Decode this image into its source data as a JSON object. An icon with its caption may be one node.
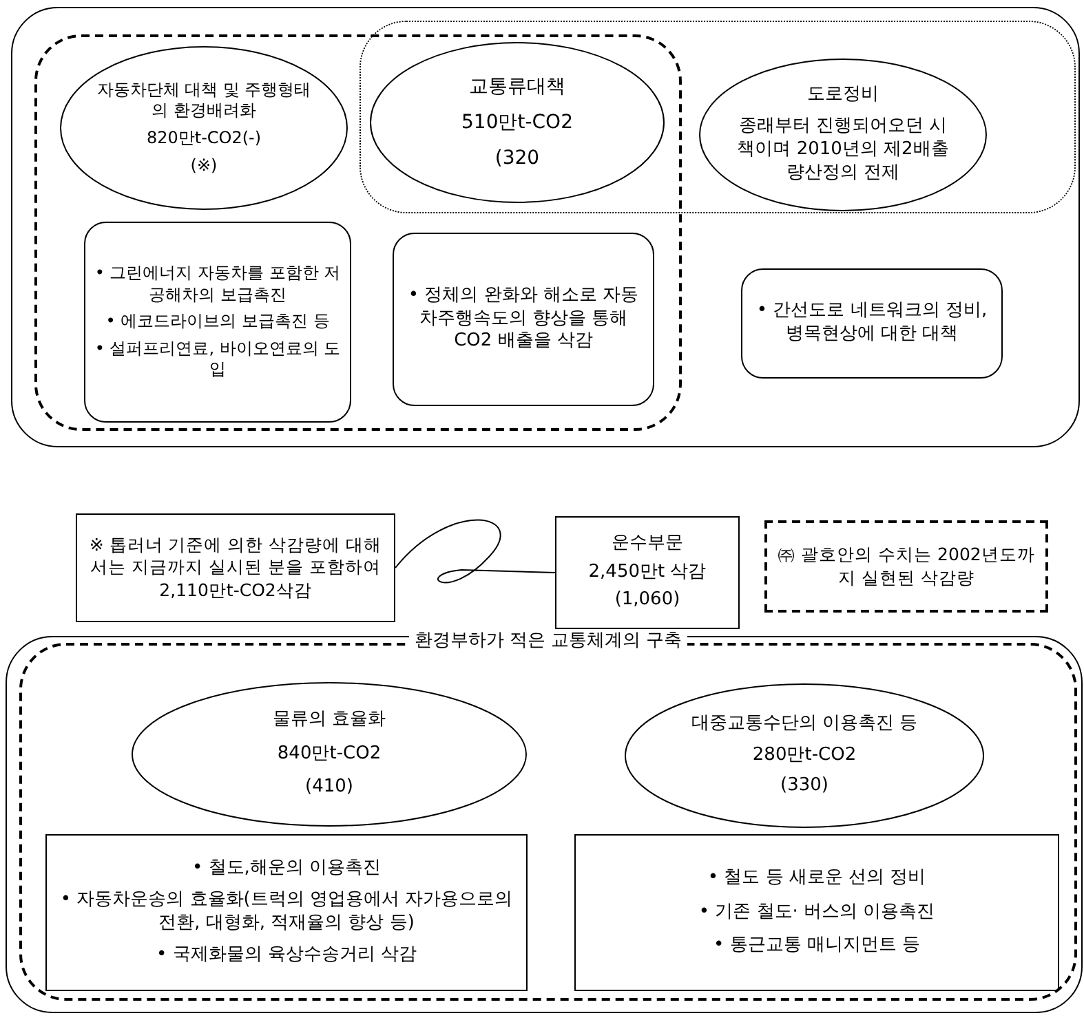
{
  "diagram": {
    "nodes": [
      {
        "text": [],
        "shape": "box"
      },
      {
        "text": [],
        "shape": "box",
        "in": 0
      },
      {
        "text": [],
        "shape": "box",
        "in": 0
      },
      {
        "text": [
          "자동차단체 대책 및 주행형태의 환경배려화",
          "820만t-CO2(-)",
          "(※)"
        ],
        "in": 1
      },
      {
        "text": [
          "교통류대책",
          "510만t-CO2",
          "(320"
        ]
      },
      {
        "text": [
          "도로정비",
          "종래부터 진행되어오던 시책이며 2010년의 제2배출량산정의 전제"
        ],
        "in": 2
      },
      {
        "text": [
          "• 그린에너지 자동차를 포함한 저공해차의 보급촉진",
          "• 에코드라이브의 보급촉진 등",
          "• 설퍼프리연료, 바이오연료의 도입"
        ],
        "in": 1
      },
      {
        "text": [
          "• 정체의 완화와 해소로 자동차주행속도의 향상을 통해 CO2 배출을 삭감"
        ],
        "in": 1
      },
      {
        "text": [
          "• 간선도로 네트워크의 정비, 병목현상에 대한 대책"
        ],
        "in": 0
      },
      {
        "text": [
          "※ 톱러너 기준에 의한 삭감량에 대해서는 지금까지 실시된 분을 포함하여 2,110만t-CO2삭감"
        ]
      },
      {
        "text": [
          "운수부문",
          "2,450만t 삭감",
          "(1,060)"
        ]
      },
      {
        "text": [
          "㈜ 괄호안의 수치는 2002년도까지 실현된 삭감량"
        ]
      },
      {
        "text": [],
        "shape": "box"
      },
      {
        "text": [
          "환경부하가 적은 교통체계의 구축"
        ],
        "in": 12
      },
      {
        "text": [
          "물류의 효율화",
          "840만t-CO2",
          "(410)"
        ],
        "in": 13
      },
      {
        "text": [
          "대중교통수단의 이용촉진 등",
          "280만t-CO2",
          "(330)"
        ],
        "in": 13
      },
      {
        "text": [
          "• 철도,해운의 이용촉진",
          "• 자동차운송의 효율화(트럭의 영업용에서 자가용으로의 전환, 대형화, 적재율의 향상 등)",
          "• 국제화물의 육상수송거리 삭감"
        ],
        "in": 13
      },
      {
        "text": [
          "• 철도 등 새로운 선의 정비",
          "• 기존 철도· 버스의 이용촉진",
          "• 통근교통 매니지먼트 등"
        ],
        "in": 13
      }
    ],
    "edges": [
      {
        "from": 9,
        "to": 10,
        "arrow": "none"
      }
    ]
  }
}
